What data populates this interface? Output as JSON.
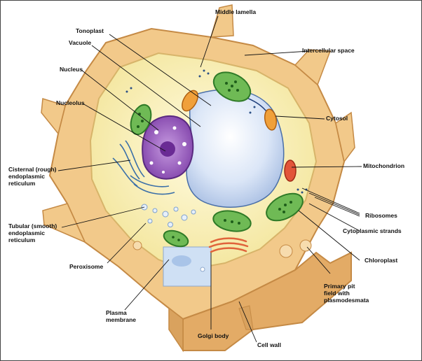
{
  "labels": {
    "middle_lamella": "Middle lamella",
    "tonoplast": "Tonoplast",
    "vacuole": "Vacuole",
    "intercellular_space": "Intercellular space",
    "nucleus": "Nucleus",
    "nucleolus": "Nucleolus",
    "cytosol": "Cytosol",
    "rough_er": "Cisternal (rough)\nendoplasmic\nreticulum",
    "mitochondrion": "Mitochondrion",
    "ribosomes": "Ribosomes",
    "smooth_er": "Tubular (smooth)\nendoplasmic\nreticulum",
    "cytoplasmic_strands": "Cytoplasmic strands",
    "peroxisome": "Peroxisome",
    "chloroplast": "Chloroplast",
    "primary_pit_field": "Primary pit\nfield with\nplasmodesmata",
    "plasma_membrane": "Plasma\nmembrane",
    "golgi_body": "Golgi body",
    "cell_wall": "Cell wall"
  },
  "colors": {
    "cell_wall": "#f2c98a",
    "cell_wall_dark": "#d9a25e",
    "cytoplasm": "#faf2b8",
    "vacuole": "#dbe6f7",
    "nucleus": "#9e5fc4",
    "chloroplast": "#6fba55",
    "mitochondrion": "#f0a03a",
    "er": "#3a6fa8",
    "golgi": "#e0633b"
  }
}
